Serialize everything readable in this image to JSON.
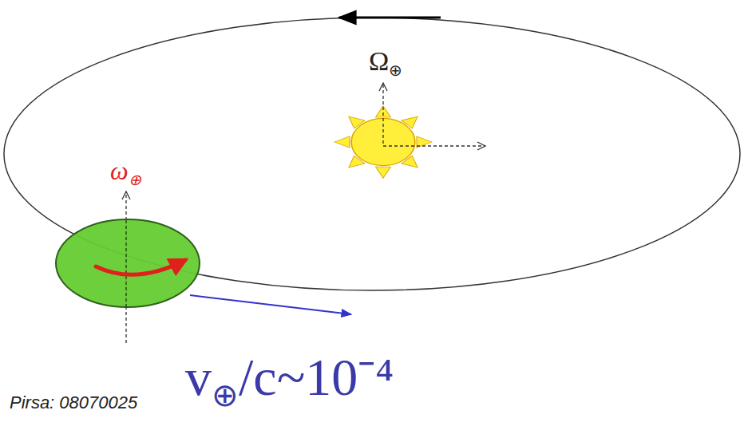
{
  "diagram": {
    "labels": [
      "Ω⊕",
      "ω⊕",
      "v⊕/c~10⁻⁴",
      "Pirsa: 08070025"
    ]
  }
}
